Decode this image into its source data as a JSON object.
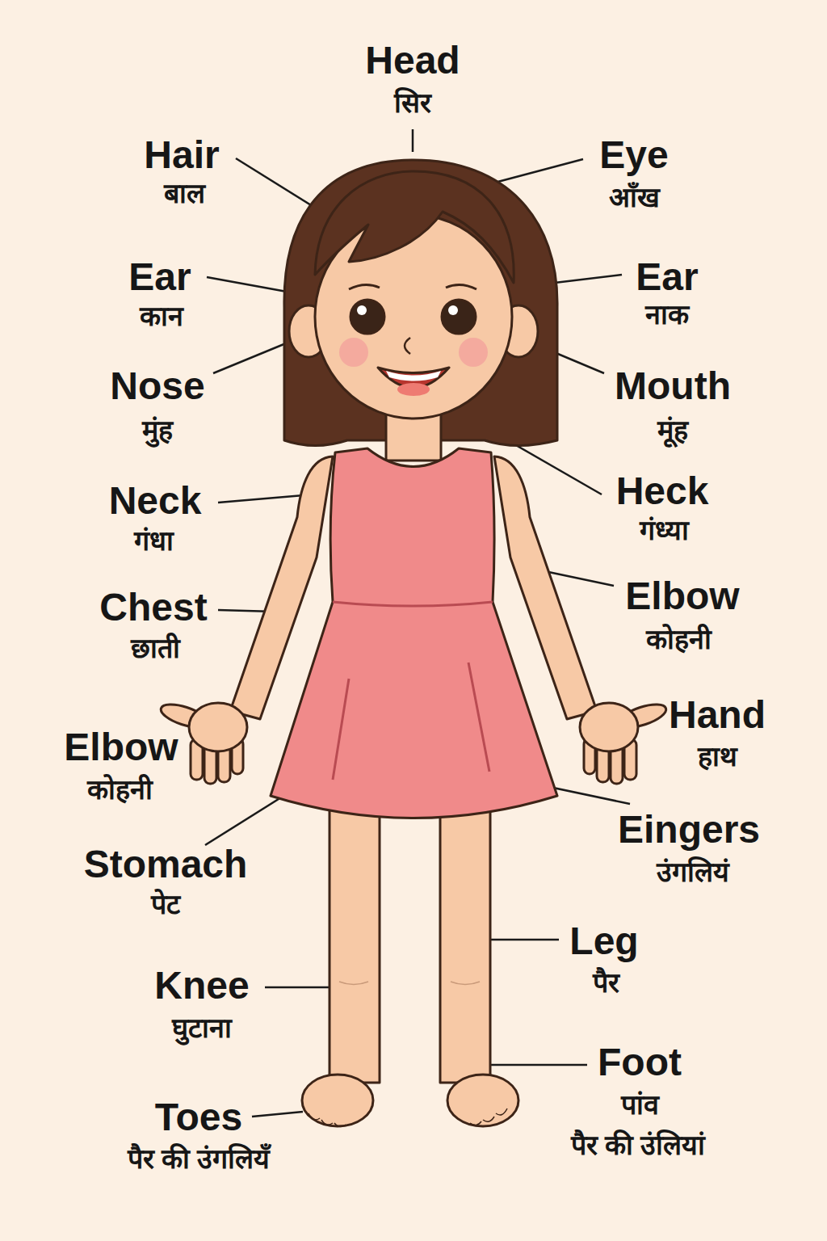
{
  "diagram": {
    "labels": [
      "Head",
      "सिर",
      "Hair",
      "बाल",
      "Eye",
      "आँख",
      "Ear",
      "कान",
      "Ear",
      "नाक",
      "Nose",
      "मुंह",
      "Mouth",
      "मूंह",
      "Neck",
      "गंधा",
      "Heck",
      "गंध्या",
      "Chest",
      "छाती",
      "Elbow",
      "कोहनी",
      "Hand",
      "हाथ",
      "Elbow",
      "कोहनी",
      "Eingers",
      "उंगलियं",
      "Stomach",
      "पेट",
      "Leg",
      "पैर",
      "Knee",
      "घुटाना",
      "Foot",
      "पांव",
      "पैर की उंलियां",
      "Toes",
      "पैर की उंगलियँ"
    ]
  }
}
